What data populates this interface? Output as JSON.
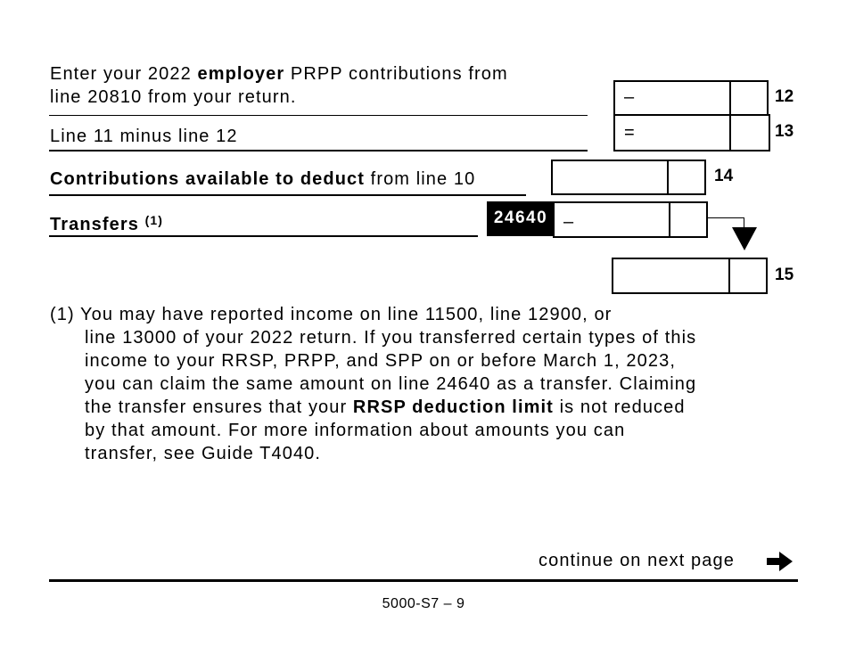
{
  "rows": {
    "line12": {
      "text_pre": "Enter your 2022 ",
      "text_bold": "employer",
      "text_post": " PRPP contributions from",
      "text_line2": "line 20810 from your return.",
      "operator": "–",
      "line_number": "12"
    },
    "line13": {
      "text": "Line 11 minus line 12",
      "operator": "=",
      "line_number": "13"
    },
    "line14": {
      "text_bold": "Contributions available to deduct",
      "text_post": " from line 10",
      "line_number": "14"
    },
    "transfers": {
      "text_bold": "Transfers",
      "footnote_ref": "(1)",
      "code": "24640",
      "operator": "–"
    },
    "line15": {
      "line_number": "15"
    }
  },
  "footnote": {
    "marker": "(1)",
    "line1": "You may have reported income on line 11500, line 12900, or",
    "line2": "line 13000 of your 2022 return. If you transferred certain types of this",
    "line3": "income to your RRSP, PRPP, and SPP on or before March 1, 2023,",
    "line4": "you can claim the same amount on line 24640 as a transfer. Claiming",
    "line5_pre": "the transfer ensures that your ",
    "line5_bold": "RRSP deduction limit",
    "line5_post": " is not reduced",
    "line6": "by that amount. For more information about amounts you can",
    "line7": "transfer, see Guide T4040."
  },
  "footer": {
    "continue_label": "continue on next page",
    "continue_icon": "arrow-right-icon",
    "page_id": "5000-S7 – 9"
  }
}
